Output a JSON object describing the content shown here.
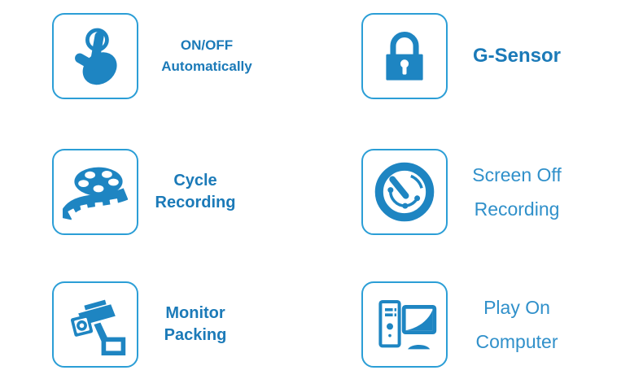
{
  "page": {
    "background": "#ffffff",
    "description": "Dash cam feature grid infographic"
  },
  "colors": {
    "icon_blue": "#1e85c2",
    "box_border": "#2b9ed6",
    "text_bold": "#1b7ab8",
    "text_regular": "#3090ca"
  },
  "features": [
    {
      "id": "on-off-automatically",
      "icon": "touch-icon",
      "lines": [
        "ON/OFF",
        "Automatically"
      ]
    },
    {
      "id": "g-sensor",
      "icon": "lock-icon",
      "lines": [
        "G-Sensor"
      ]
    },
    {
      "id": "cycle-recording",
      "icon": "film-reel-icon",
      "lines": [
        "Cycle",
        "Recording"
      ]
    },
    {
      "id": "screen-off-recording",
      "icon": "radar-icon",
      "lines": [
        "Screen Off",
        "Recording"
      ]
    },
    {
      "id": "monitor-packing",
      "icon": "cctv-camera-icon",
      "lines": [
        "Monitor",
        "Packing"
      ]
    },
    {
      "id": "play-on-computer",
      "icon": "computer-icon",
      "lines": [
        "Play On",
        "Computer"
      ]
    }
  ]
}
